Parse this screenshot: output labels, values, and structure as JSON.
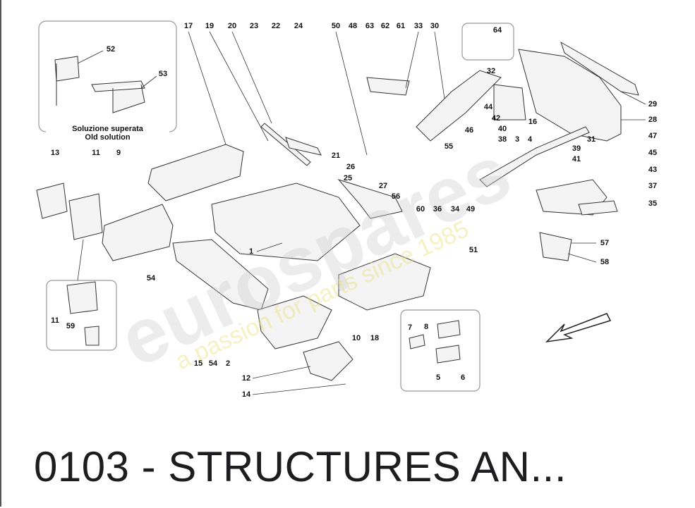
{
  "title": "0103 - STRUCTURES AN...",
  "watermark": {
    "brand": "eurospares",
    "tagline": "a passion for parts since 1985"
  },
  "old_solution": {
    "line1": "Soluzione superata",
    "line2": "Old solution"
  },
  "part_labels": [
    "17",
    "19",
    "20",
    "23",
    "22",
    "24",
    "50",
    "48",
    "63",
    "62",
    "61",
    "33",
    "30",
    "64",
    "52",
    "53",
    "32",
    "29",
    "28",
    "44",
    "42",
    "46",
    "40",
    "16",
    "3",
    "4",
    "31",
    "38",
    "47",
    "55",
    "39",
    "41",
    "45",
    "21",
    "26",
    "13",
    "11",
    "9",
    "25",
    "27",
    "43",
    "56",
    "60",
    "36",
    "34",
    "49",
    "37",
    "35",
    "57",
    "51",
    "58",
    "1",
    "54",
    "18",
    "10",
    "7",
    "8",
    "11",
    "59",
    "15",
    "54",
    "2",
    "12",
    "5",
    "6",
    "14"
  ],
  "direction_arrow": "arrow-down-left-icon"
}
